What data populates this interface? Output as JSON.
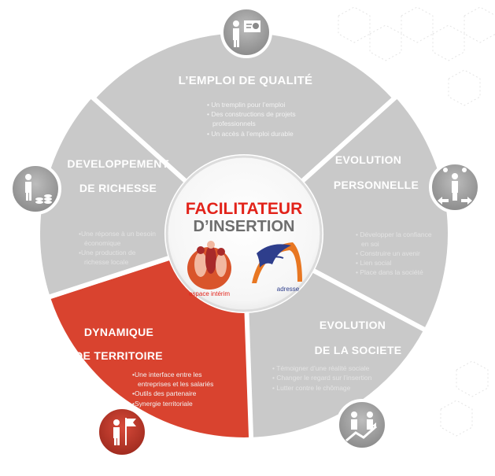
{
  "center": {
    "title": "FACILITATEUR",
    "subtitle": "D’INSERTION",
    "logo_left_text": "espace intérim",
    "logo_right_text": "adresse"
  },
  "segments": {
    "emploi": {
      "title": "L’EMPLOI DE QUALITÉ",
      "bullets": [
        "Un tremplin pour l’emploi",
        "Des constructions de projets",
        "professionnels",
        "Un accès à l’emploi durable"
      ],
      "icon": "presentation-board-icon"
    },
    "evolution_perso": {
      "title_1": "EVOLUTION",
      "title_2": "PERSONNELLE",
      "bullets": [
        "Développer la confiance",
        "en soi",
        "Construire un avenir",
        "Lien social",
        "Place dans la société"
      ],
      "icon": "balance-choice-icon"
    },
    "evolution_societe": {
      "title_1": "EVOLUTION",
      "title_2": "DE LA SOCIETE",
      "bullets": [
        "Témoigner d’une réalité sociale",
        "Changer le regard sur l’insertion",
        "Lutter contre le chômage"
      ],
      "icon": "growth-people-icon"
    },
    "territoire": {
      "title_1": "DYNAMIQUE",
      "title_2": "DE TERRITOIRE",
      "bullets": [
        "Une interface entre les",
        "entreprises et les salariés",
        "Outils des partenaire",
        "Synergie territoriale"
      ],
      "icon": "flag-person-icon"
    },
    "richesse": {
      "title_1": "DEVELOPPEMENT",
      "title_2": "DE RICHESSE",
      "bullets": [
        "Une réponse à un besoin",
        "économique",
        "Une production de",
        "richesse locale"
      ],
      "icon": "coins-person-icon"
    }
  },
  "colors": {
    "segment_grey": "#c9c9c9",
    "segment_red": "#d9432f",
    "accent_red": "#e2231a",
    "text_grey": "#6e6e6e"
  }
}
